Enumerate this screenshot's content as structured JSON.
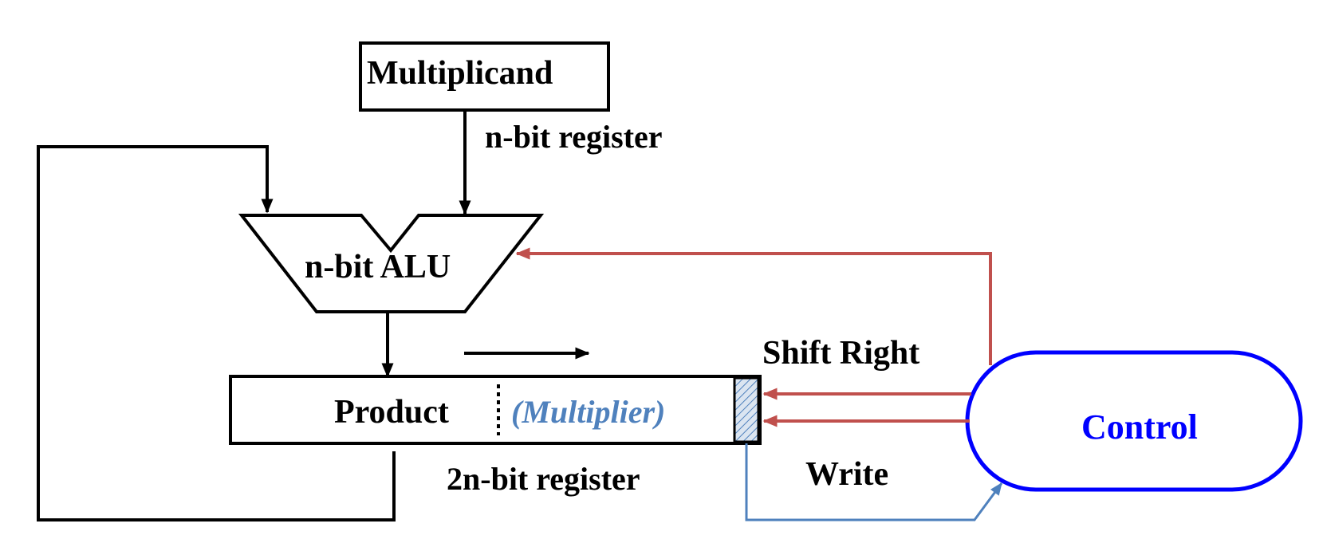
{
  "labels": {
    "multiplicand": "Multiplicand",
    "multiplicand_register": "n-bit register",
    "alu": "n-bit ALU",
    "product": "Product",
    "multiplier": "(Multiplier)",
    "product_register": "2n-bit register",
    "shift_right": "Shift Right",
    "write": "Write",
    "control": "Control"
  },
  "colors": {
    "data_path": "#000000",
    "control_signal": "#c0504d",
    "feedback_signal": "#4f81bd",
    "control_unit": "#0000ff",
    "multiplier_text": "#4f81bd",
    "lsb_hatch": "#4f81bd"
  }
}
